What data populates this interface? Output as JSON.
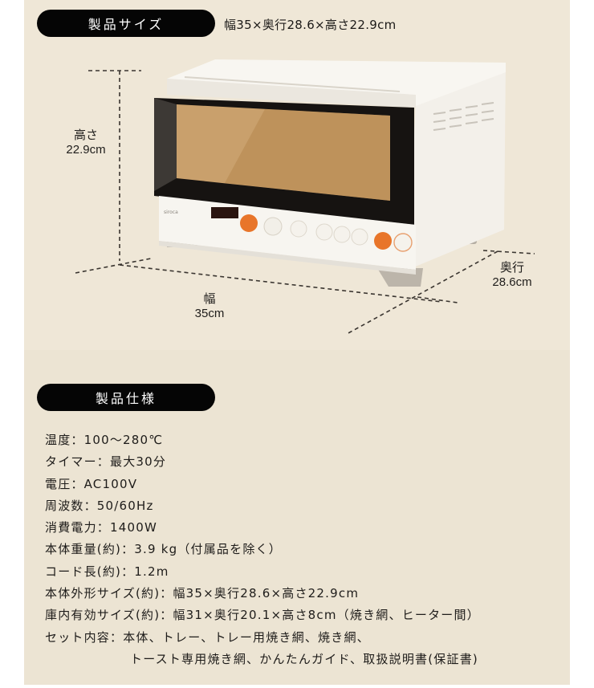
{
  "size_section": {
    "header_label": "製品サイズ",
    "summary": "幅35×奥行28.6×高さ22.9cm",
    "dimensions": {
      "height": {
        "label": "高さ",
        "value": "22.9cm"
      },
      "width": {
        "label": "幅",
        "value": "35cm"
      },
      "depth": {
        "label": "奥行",
        "value": "28.6cm"
      }
    },
    "product_image": {
      "brand": "siroca",
      "colors": {
        "body": "#f6f3ec",
        "window": "#c59a63",
        "accent": "#e8752a",
        "frame": "#1a1614",
        "feet": "#b8b2a8"
      }
    }
  },
  "spec_section": {
    "header_label": "製品仕様",
    "lines": [
      "温度：100〜280℃",
      "タイマー：最大30分",
      "電圧：AC100V",
      "周波数：50/60Hz",
      "消費電力：1400W",
      "本体重量(約)：3.9 kg（付属品を除く）",
      "コード長(約)：1.2m",
      "本体外形サイズ(約)：幅35×奥行28.6×高さ22.9cm",
      "庫内有効サイズ(約)：幅31×奥行20.1×高さ8cm（焼き網、ヒーター間）",
      "セット内容：本体、トレー、トレー用焼き網、焼き網、",
      "トースト専用焼き網、かんたんガイド、取扱説明書(保証書)"
    ]
  },
  "theme": {
    "panel_bg": "#ece4d3",
    "hero_bg": "#efe7d7",
    "pill_bg": "#050505",
    "text": "#1e1c1a"
  }
}
